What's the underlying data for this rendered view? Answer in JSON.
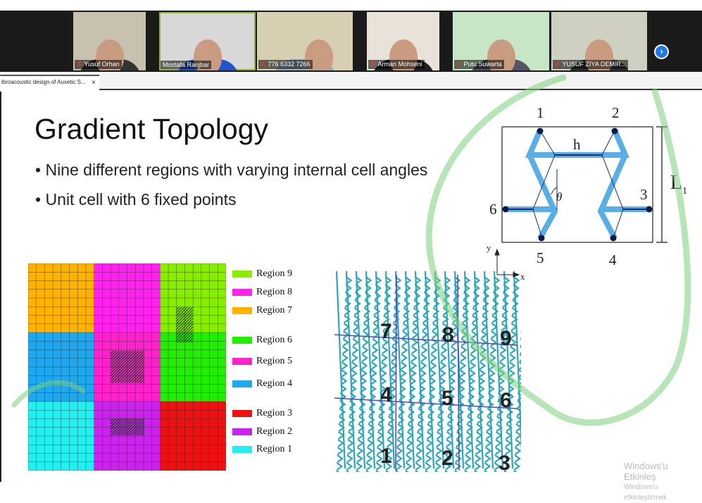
{
  "participants": [
    {
      "name": "Yusuf Orhan",
      "muted": true
    },
    {
      "name": "Mostafa Ranjbar",
      "muted": false,
      "active": true
    },
    {
      "name": "776 6332 7266",
      "muted": true
    },
    {
      "name": "Arman Mohseni",
      "muted": true
    },
    {
      "name": "Putu Suwarta",
      "muted": true
    },
    {
      "name": "YUSUF ZİYA DEMİR...",
      "muted": true
    }
  ],
  "next_icon": "chevron-right-icon",
  "tab": {
    "label": "ibroacoustic design of Auxetic S...",
    "close": "×"
  },
  "slide": {
    "title": "Gradient Topology",
    "bullets": [
      "Nine different regions with varying internal cell angles",
      "Unit cell with 6 fixed points"
    ],
    "legend": [
      {
        "label": "Region 9",
        "color": "#88EE00"
      },
      {
        "label": "Region 8",
        "color": "#FF22EE"
      },
      {
        "label": "Region 7",
        "color": "#FFB300"
      },
      {
        "label": "Region 6",
        "color": "#22EE00"
      },
      {
        "label": "Region 5",
        "color": "#FF22CC"
      },
      {
        "label": "Region 4",
        "color": "#1EA8F0"
      },
      {
        "label": "Region 3",
        "color": "#EE1111"
      },
      {
        "label": "Region 2",
        "color": "#CC22EE"
      },
      {
        "label": "Region 1",
        "color": "#22F0F0"
      }
    ],
    "unit_cell": {
      "points": [
        "1",
        "2",
        "3",
        "4",
        "5",
        "6"
      ],
      "h": "h",
      "theta": "θ",
      "L": "L",
      "L_sub": "1",
      "axis_x": "x",
      "axis_y": "y"
    },
    "lattice_labels": [
      "7",
      "8",
      "9",
      "4",
      "5",
      "6",
      "1",
      "2",
      "3"
    ]
  },
  "watermark": {
    "line1": "Windows'u Etkinleş",
    "line2": "Windows'u etkinleştirmek"
  }
}
